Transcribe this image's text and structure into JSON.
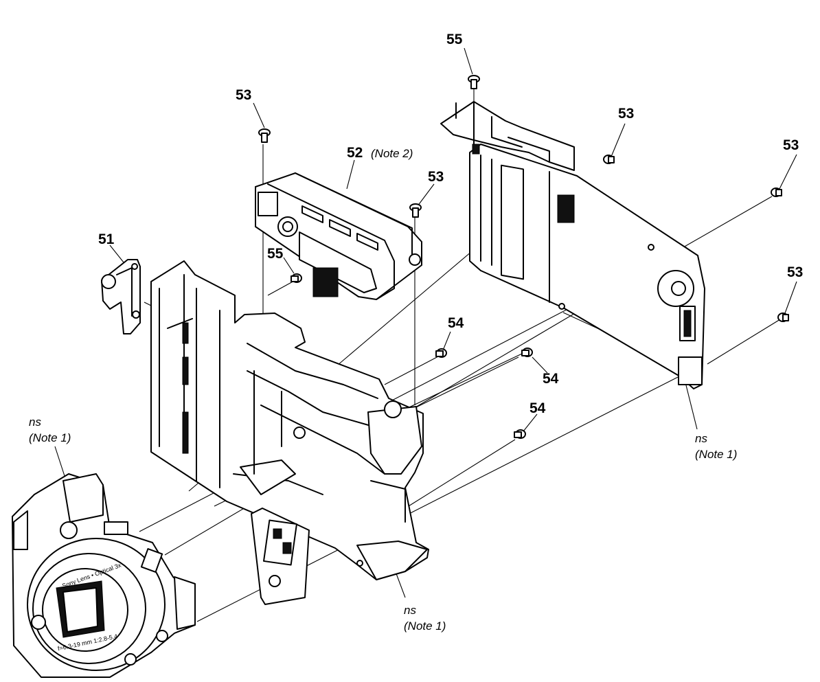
{
  "callouts": {
    "c51": "51",
    "c52": "52",
    "c52_note": "(Note 2)",
    "c53_a": "53",
    "c53_b": "53",
    "c53_c": "53",
    "c53_d": "53",
    "c53_e": "53",
    "c54_a": "54",
    "c54_b": "54",
    "c54_c": "54",
    "c55_a": "55",
    "c55_b": "55"
  },
  "ns_labels": {
    "left_ns": "ns",
    "left_note": "(Note 1)",
    "right_ns": "ns",
    "right_note": "(Note 1)",
    "bottom_ns": "ns",
    "bottom_note": "(Note 1)"
  },
  "lens_text": {
    "line1": "Sony Lens • Optical 3x",
    "line2": "f=6.3-19 mm 1:2.8-5.4"
  }
}
